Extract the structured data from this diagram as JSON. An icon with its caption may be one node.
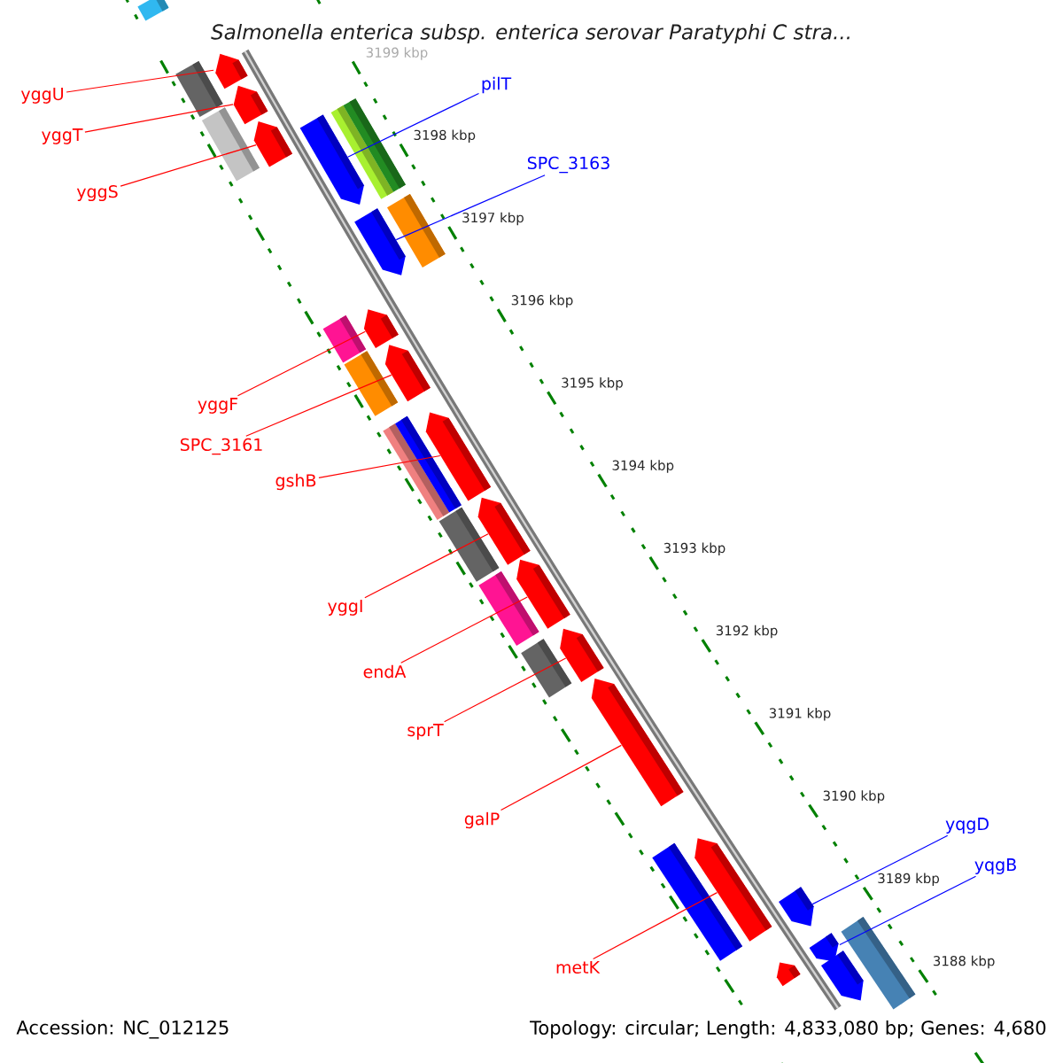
{
  "diagram": {
    "title": "Salmonella enterica subsp. enterica serovar Paratyphi C stra...",
    "nodes": [
      {
        "text": [
          "pilT"
        ]
      },
      {
        "text": [
          "yggU"
        ]
      },
      {
        "text": [
          "yggT"
        ]
      },
      {
        "text": [
          "SPC_3163"
        ]
      },
      {
        "text": [
          "yggS"
        ]
      },
      {
        "text": [
          "yggF"
        ]
      },
      {
        "text": [
          "SPC_3161"
        ]
      },
      {
        "text": [
          "gshB"
        ]
      },
      {
        "text": [
          "yggI"
        ]
      },
      {
        "text": [
          "endA"
        ]
      },
      {
        "text": [
          "sprT"
        ]
      },
      {
        "text": [
          "galP"
        ]
      },
      {
        "text": [
          "yqgD"
        ]
      },
      {
        "text": [
          "yqgB"
        ]
      },
      {
        "text": [
          "metK"
        ]
      },
      {
        "text": [],
        "shape": "bar"
      },
      {
        "text": [],
        "shape": "bar"
      },
      {
        "text": [],
        "shape": "bar"
      },
      {
        "text": [],
        "shape": "bar"
      },
      {
        "text": [],
        "shape": "bar"
      },
      {
        "text": [],
        "shape": "bar"
      },
      {
        "text": [],
        "shape": "bar"
      },
      {
        "text": [],
        "shape": "bar"
      },
      {
        "text": [],
        "shape": "bar"
      },
      {
        "text": [],
        "shape": "bar"
      },
      {
        "text": [],
        "shape": "bar"
      },
      {
        "text": [],
        "shape": "bar"
      },
      {
        "text": [],
        "shape": "bar"
      },
      {
        "text": [],
        "shape": "bar"
      },
      {
        "text": [],
        "shape": "bar"
      }
    ],
    "edges": [
      {
        "from": 0,
        "to": 18,
        "arrow": "none",
        "color": "#0000ff"
      },
      {
        "from": 1,
        "to": 15,
        "arrow": "none"
      },
      {
        "from": 2,
        "to": 16,
        "arrow": "none"
      },
      {
        "from": 3,
        "to": 19,
        "arrow": "none",
        "color": "#0000ff"
      },
      {
        "from": 4,
        "to": 17,
        "arrow": "none"
      },
      {
        "from": 5,
        "to": 20,
        "arrow": "none"
      },
      {
        "from": 6,
        "to": 21,
        "arrow": "none"
      },
      {
        "from": 7,
        "to": 22,
        "arrow": "none"
      },
      {
        "from": 8,
        "to": 23,
        "arrow": "none"
      },
      {
        "from": 9,
        "to": 24,
        "arrow": "none"
      },
      {
        "from": 10,
        "to": 25,
        "arrow": "none"
      },
      {
        "from": 11,
        "to": 26,
        "arrow": "none"
      },
      {
        "from": 12,
        "to": 28,
        "arrow": "none",
        "color": "#0000ff"
      },
      {
        "from": 13,
        "to": 29,
        "arrow": "none",
        "color": "#0000ff"
      },
      {
        "from": 14,
        "to": 27,
        "arrow": "none"
      }
    ],
    "labels": [
      "3199 kbp",
      "3198 kbp",
      "3197 kbp",
      "3196 kbp",
      "3195 kbp",
      "3194 kbp",
      "3193 kbp",
      "3192 kbp",
      "3191 kbp",
      "3190 kbp",
      "3189 kbp",
      "3188 kbp",
      "Accession: NC_012125",
      "Topology: circular; Length: 4,833,080 bp; Genes: 4,680"
    ]
  }
}
